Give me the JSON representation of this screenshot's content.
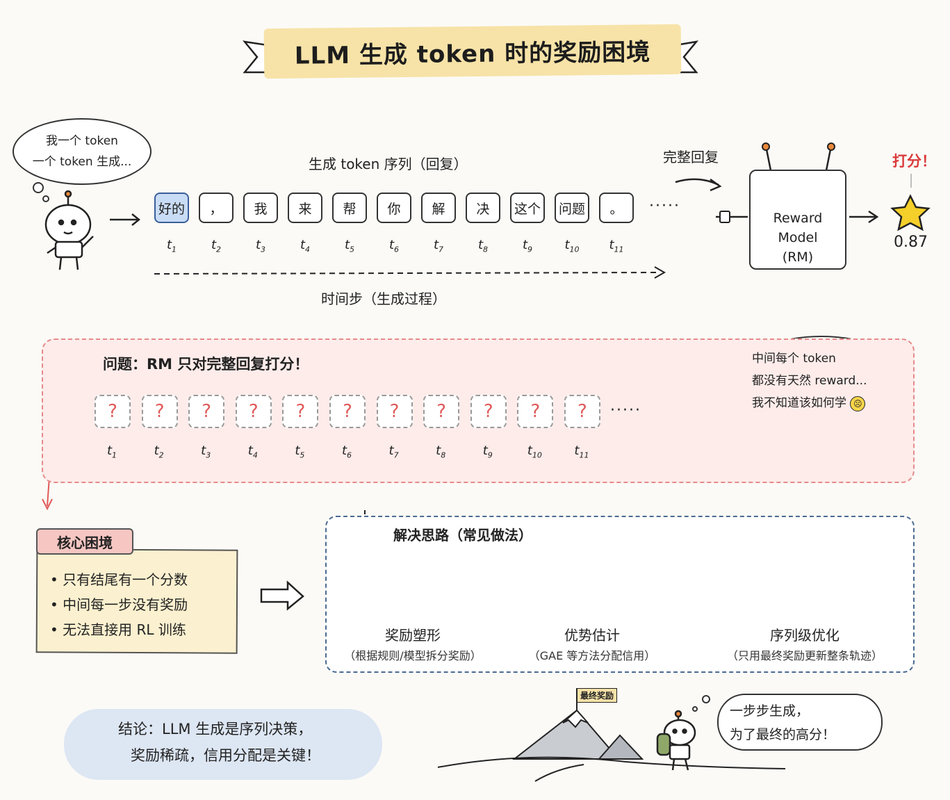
{
  "title": "LLM 生成 token 时的奖励困境",
  "thought1": {
    "line1": "我一个 token",
    "line2": "一个 token 生成..."
  },
  "sequence": {
    "title": "生成 token 序列（回复）",
    "tokens": [
      "好的",
      "，",
      "我",
      "来",
      "帮",
      "你",
      "解",
      "决",
      "这个",
      "问题",
      "。"
    ],
    "steps": [
      "t",
      "t",
      "t",
      "t",
      "t",
      "t",
      "t",
      "t",
      "t",
      "t",
      "t"
    ],
    "step_subs": [
      "1",
      "2",
      "3",
      "4",
      "5",
      "6",
      "7",
      "8",
      "9",
      "10",
      "11"
    ],
    "ellipsis": "·····",
    "axis_label": "时间步（生成过程）"
  },
  "complete_reply_label": "完整回复",
  "reward_model": {
    "line1": "Reward",
    "line2": "Model",
    "line3": "(RM)"
  },
  "score": {
    "label": "打分！",
    "value": "0.87"
  },
  "problem": {
    "title": "问题：RM 只对完整回复打分！",
    "qmark": "?",
    "ellipsis": "·····",
    "thought": {
      "line1": "中间每个 token",
      "line2": "都没有天然 reward...",
      "line3": "我不知道该如何学"
    }
  },
  "core": {
    "tag": "核心困境",
    "items": [
      "只有结尾有一个分数",
      "中间每一步没有奖励",
      "无法直接用 RL 训练"
    ]
  },
  "solutions": {
    "title": "解决思路（常见做法）",
    "cols": [
      {
        "title": "奖励塑形",
        "sub": "（根据规则/模型拆分奖励）"
      },
      {
        "title": "优势估计",
        "sub": "（GAE 等方法分配信用）"
      },
      {
        "title": "序列级优化",
        "sub": "（只用最终奖励更新整条轨迹）"
      }
    ]
  },
  "conclusion": {
    "line1": "结论：LLM 生成是序列决策，",
    "line2": "奖励稀疏，信用分配是关键！"
  },
  "flag": "最终奖励",
  "speech": {
    "line1": "一步步生成，",
    "line2": "为了最终的高分！"
  },
  "colors": {
    "accent_red": "#e05a5a",
    "token_blue": "#c9dcf5",
    "note_yellow": "#fbf0cf",
    "banner": "#f7e3a8",
    "star": "#f5cf2a"
  }
}
